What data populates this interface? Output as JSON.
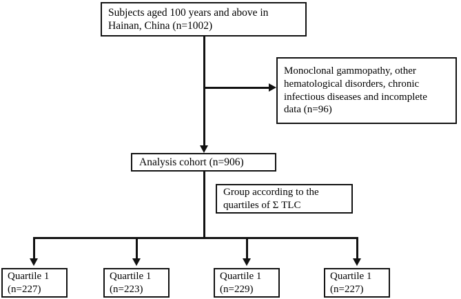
{
  "figure": {
    "type": "flowchart",
    "title": "Study participant selection flow diagram",
    "colors": {
      "stroke": "#111111",
      "background": "#ffffff",
      "text": "#000000"
    }
  },
  "nodes": {
    "source": {
      "name": "source-population",
      "lines": [
        "Subjects aged 100 years and above in",
        "Hainan, China (n=1002)"
      ],
      "count": "1002"
    },
    "excluded": {
      "name": "exclusion-criteria",
      "lines": [
        "Monoclonal gammopathy, other",
        "hematological disorders, chronic",
        "infectious diseases and incomplete",
        "data (n=96)"
      ],
      "count": "96"
    },
    "cohort": {
      "name": "analysis-cohort",
      "lines": [
        "Analysis cohort (n=906)"
      ],
      "count": "906"
    },
    "grouping": {
      "name": "grouping-rule",
      "lines": [
        "Group according to the",
        "quartiles of Σ TLC"
      ]
    },
    "quartiles": [
      {
        "name": "quartile-group-1",
        "lines": [
          "Quartile 1",
          "(n=227)"
        ],
        "count": "227"
      },
      {
        "name": "quartile-group-2",
        "lines": [
          "Quartile 1",
          "(n=223)"
        ],
        "count": "223"
      },
      {
        "name": "quartile-group-3",
        "lines": [
          "Quartile 1",
          "(n=229)"
        ],
        "count": "229"
      },
      {
        "name": "quartile-group-4",
        "lines": [
          "Quartile 1",
          "(n=227)"
        ],
        "count": "227"
      }
    ]
  }
}
